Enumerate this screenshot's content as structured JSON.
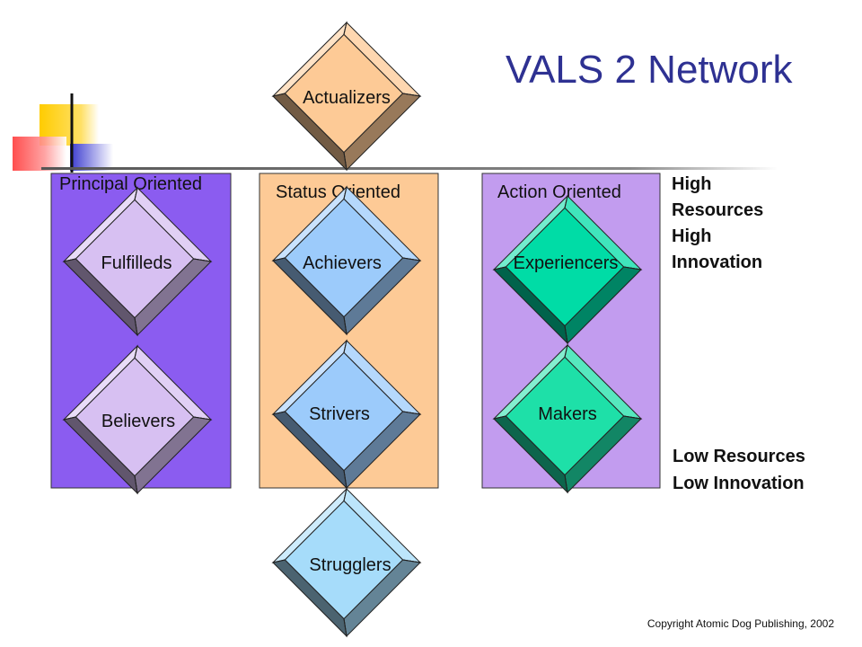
{
  "title": "VALS 2 Network",
  "columns": [
    {
      "label": "Principal  Oriented",
      "fill": "#8b5cf0"
    },
    {
      "label": "Status Oriented",
      "fill": "#fdca96"
    },
    {
      "label": "Action Oriented",
      "fill": "#c29cef"
    }
  ],
  "segments": [
    {
      "label": "Actualizers",
      "color": "#fdca96"
    },
    {
      "label": "Fulfilleds",
      "color": "#d7c0f2"
    },
    {
      "label": "Believers",
      "color": "#d7c0f2"
    },
    {
      "label": "Achievers",
      "color": "#9ccbfb"
    },
    {
      "label": "Strivers",
      "color": "#9ccbfb"
    },
    {
      "label": "Experiencers",
      "color": "#00dca6"
    },
    {
      "label": "Makers",
      "color": "#1ee0a8"
    },
    {
      "label": "Strugglers",
      "color": "#a6dcfa"
    }
  ],
  "high_labels": [
    "High",
    "Resources",
    "High",
    "Innovation"
  ],
  "low_labels": [
    "Low Resources",
    "Low Innovation"
  ],
  "copyright": "Copyright Atomic Dog Publishing, 2002"
}
